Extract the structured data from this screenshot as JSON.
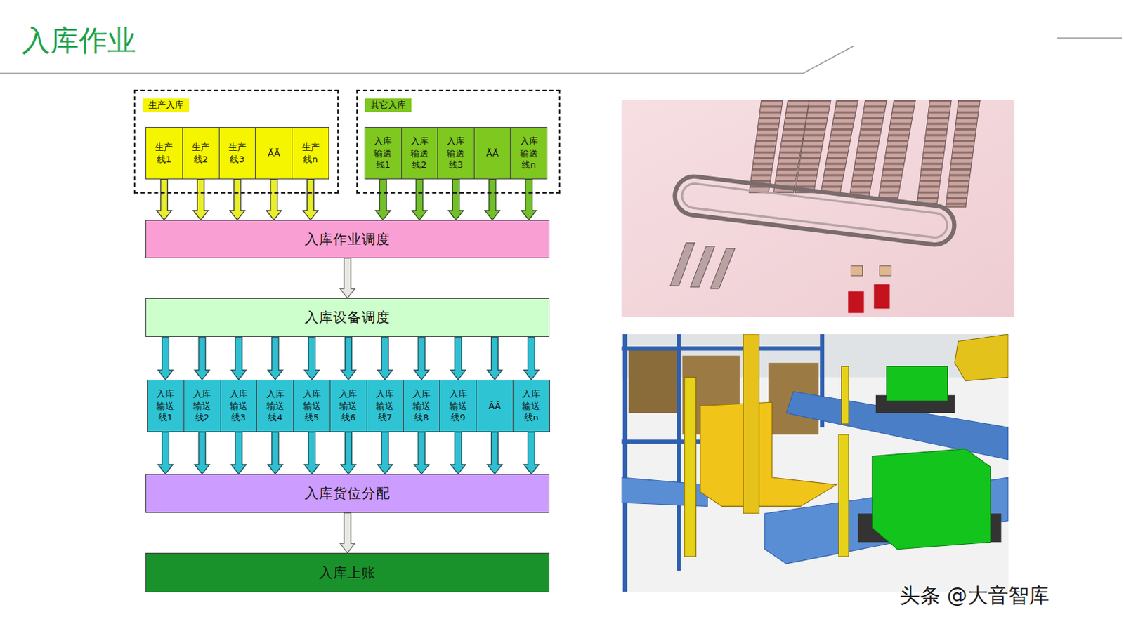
{
  "diagram": {
    "title": "入库作业",
    "nodes": [
      {
        "text": [
          "生产入库"
        ]
      },
      {
        "text": [
          "生产 线1"
        ],
        "in": 0
      },
      {
        "text": [
          "生产 线2"
        ],
        "in": 0
      },
      {
        "text": [
          "生产 线3"
        ],
        "in": 0
      },
      {
        "text": [
          "ĂĂ"
        ],
        "in": 0
      },
      {
        "text": [
          "生产 线n"
        ],
        "in": 0
      },
      {
        "text": [
          "其它入库"
        ]
      },
      {
        "text": [
          "入库 输送 线1"
        ],
        "in": 6
      },
      {
        "text": [
          "入库 输送 线2"
        ],
        "in": 6
      },
      {
        "text": [
          "入库 输送 线3"
        ],
        "in": 6
      },
      {
        "text": [
          "ĂĂ"
        ],
        "in": 6
      },
      {
        "text": [
          "入库 输送 线n"
        ],
        "in": 6
      },
      {
        "text": [
          "入库作业调度"
        ]
      },
      {
        "text": [
          "入库设备调度"
        ]
      },
      {
        "text": [
          "入库 输送 线1"
        ]
      },
      {
        "text": [
          "入库 输送 线2"
        ]
      },
      {
        "text": [
          "入库 输送 线3"
        ]
      },
      {
        "text": [
          "入库 输送 线4"
        ]
      },
      {
        "text": [
          "入库 输送 线5"
        ]
      },
      {
        "text": [
          "入库 输送 线6"
        ]
      },
      {
        "text": [
          "入库 输送 线7"
        ]
      },
      {
        "text": [
          "入库 输送 线8"
        ]
      },
      {
        "text": [
          "入库 输送 线9"
        ]
      },
      {
        "text": [
          "ĂĂ"
        ]
      },
      {
        "text": [
          "入库 输送 线n"
        ]
      },
      {
        "text": [
          "入库货位分配"
        ]
      },
      {
        "text": [
          "入库上账"
        ]
      }
    ],
    "edges": [
      {
        "from": 1,
        "to": 12,
        "arrow": "to"
      },
      {
        "from": 2,
        "to": 12,
        "arrow": "to"
      },
      {
        "from": 3,
        "to": 12,
        "arrow": "to"
      },
      {
        "from": 4,
        "to": 12,
        "arrow": "to"
      },
      {
        "from": 5,
        "to": 12,
        "arrow": "to"
      },
      {
        "from": 7,
        "to": 12,
        "arrow": "to"
      },
      {
        "from": 8,
        "to": 12,
        "arrow": "to"
      },
      {
        "from": 9,
        "to": 12,
        "arrow": "to"
      },
      {
        "from": 10,
        "to": 12,
        "arrow": "to"
      },
      {
        "from": 11,
        "to": 12,
        "arrow": "to"
      },
      {
        "from": 12,
        "to": 13,
        "arrow": "to"
      },
      {
        "from": 13,
        "to": 14,
        "arrow": "to"
      },
      {
        "from": 13,
        "to": 15,
        "arrow": "to"
      },
      {
        "from": 13,
        "to": 16,
        "arrow": "to"
      },
      {
        "from": 13,
        "to": 17,
        "arrow": "to"
      },
      {
        "from": 13,
        "to": 18,
        "arrow": "to"
      },
      {
        "from": 13,
        "to": 19,
        "arrow": "to"
      },
      {
        "from": 13,
        "to": 20,
        "arrow": "to"
      },
      {
        "from": 13,
        "to": 21,
        "arrow": "to"
      },
      {
        "from": 13,
        "to": 22,
        "arrow": "to"
      },
      {
        "from": 13,
        "to": 23,
        "arrow": "to"
      },
      {
        "from": 13,
        "to": 24,
        "arrow": "to"
      },
      {
        "from": 14,
        "to": 25,
        "arrow": "to"
      },
      {
        "from": 15,
        "to": 25,
        "arrow": "to"
      },
      {
        "from": 16,
        "to": 25,
        "arrow": "to"
      },
      {
        "from": 17,
        "to": 25,
        "arrow": "to"
      },
      {
        "from": 18,
        "to": 25,
        "arrow": "to"
      },
      {
        "from": 19,
        "to": 25,
        "arrow": "to"
      },
      {
        "from": 20,
        "to": 25,
        "arrow": "to"
      },
      {
        "from": 21,
        "to": 25,
        "arrow": "to"
      },
      {
        "from": 22,
        "to": 25,
        "arrow": "to"
      },
      {
        "from": 23,
        "to": 25,
        "arrow": "to"
      },
      {
        "from": 24,
        "to": 25,
        "arrow": "to"
      },
      {
        "from": 25,
        "to": 26,
        "arrow": "to"
      }
    ],
    "labels": [
      "头条 @大音智库"
    ]
  }
}
